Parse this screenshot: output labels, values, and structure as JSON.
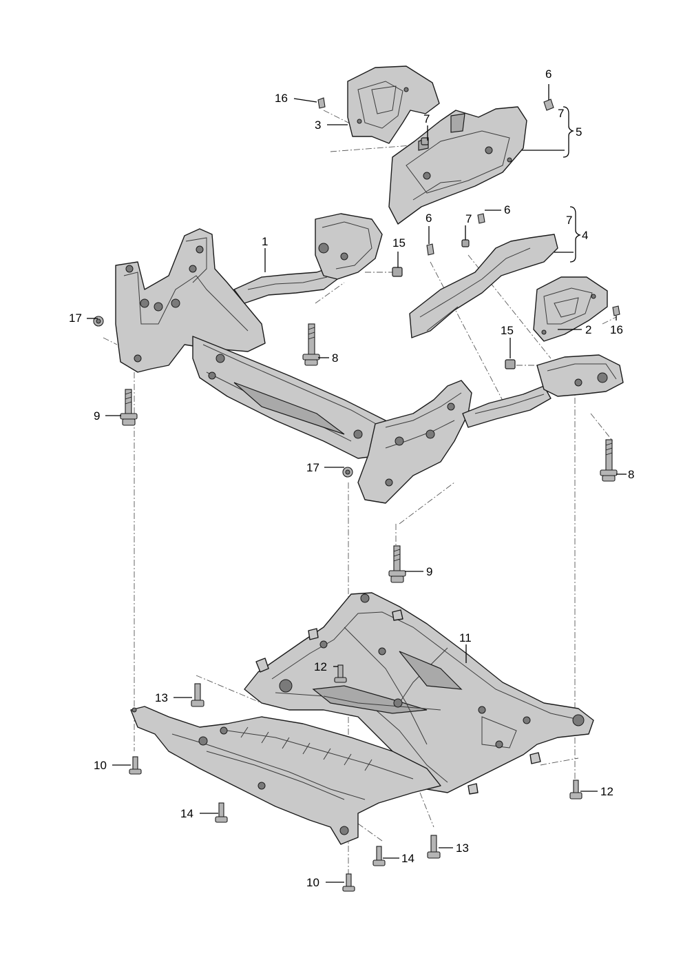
{
  "callouts": {
    "c1": "1",
    "c2": "2",
    "c3": "3",
    "c4": "4",
    "c5": "5",
    "c6a": "6",
    "c6b": "6",
    "c6c": "6",
    "c7a": "7",
    "c7b": "7",
    "c7c": "7",
    "c7d": "7",
    "c8a": "8",
    "c8b": "8",
    "c9a": "9",
    "c9b": "9",
    "c10a": "10",
    "c10b": "10",
    "c11": "11",
    "c12a": "12",
    "c12b": "12",
    "c13a": "13",
    "c13b": "13",
    "c14a": "14",
    "c14b": "14",
    "c15a": "15",
    "c15b": "15",
    "c16a": "16",
    "c16b": "16",
    "c17a": "17",
    "c17b": "17"
  }
}
